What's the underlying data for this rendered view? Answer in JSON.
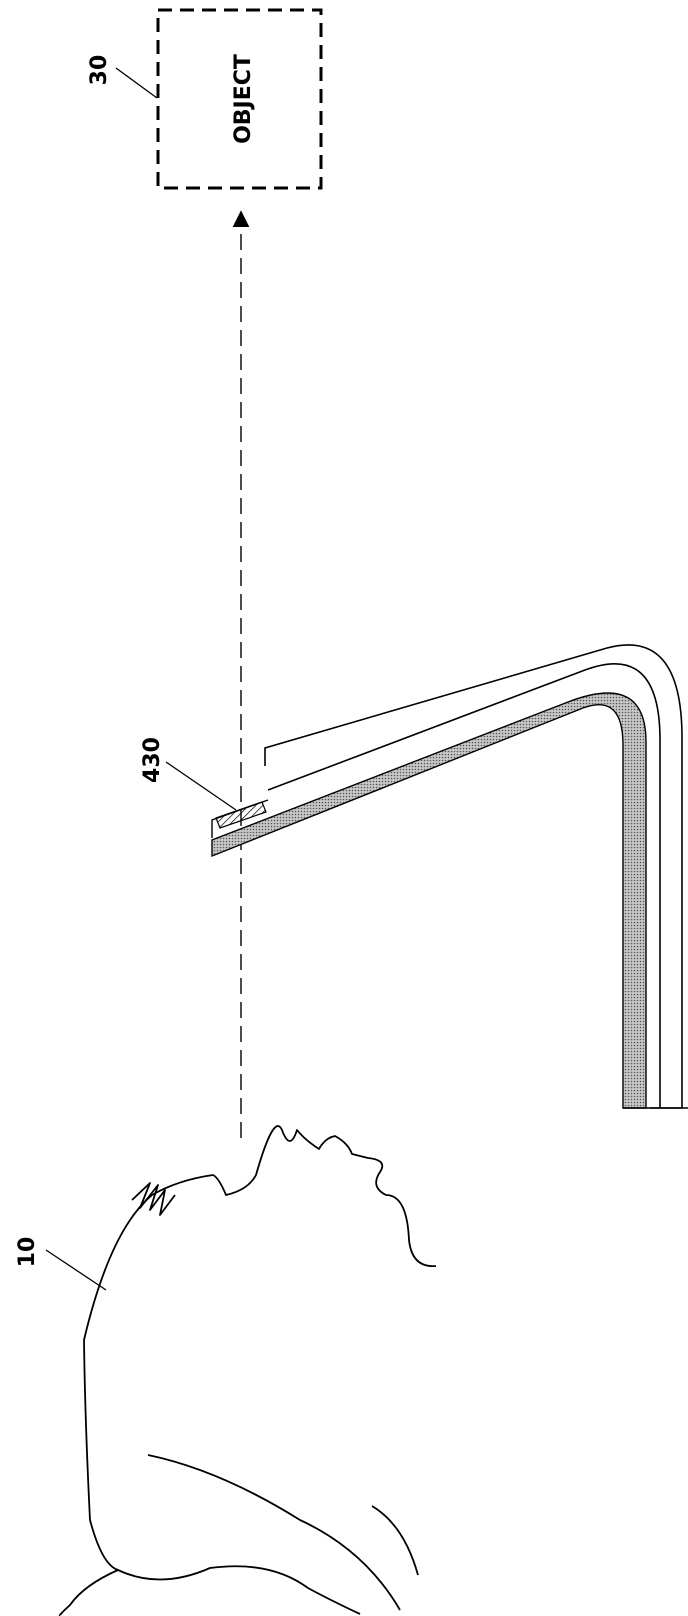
{
  "figure": {
    "object_label": "OBJECT",
    "refs": {
      "object": "30",
      "sensor": "430",
      "person": "10"
    }
  },
  "colors": {
    "line": "#000000",
    "fill_layer": "#9a9a9a",
    "background": "#ffffff"
  }
}
